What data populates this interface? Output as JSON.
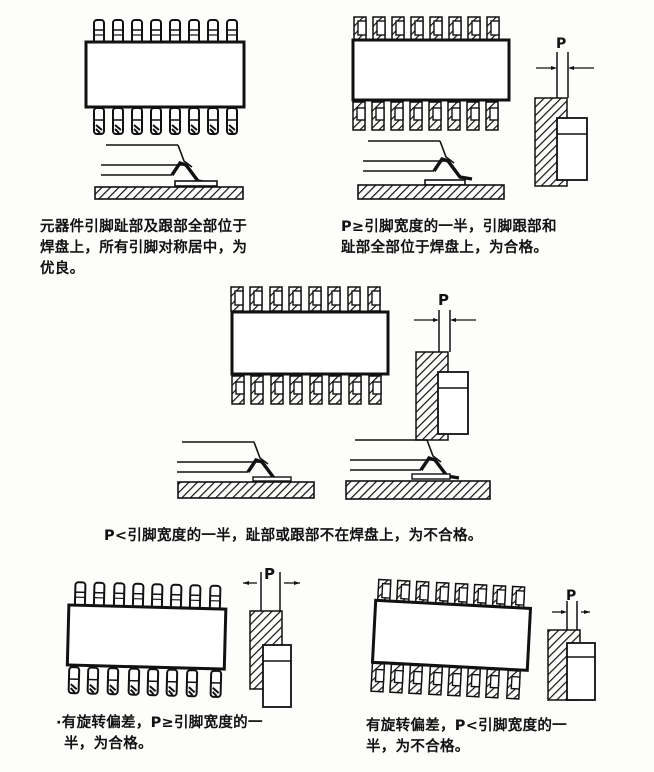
{
  "document": {
    "type": "SMT gull-wing lead placement inspection criteria figure",
    "colors": {
      "ink": "#111111",
      "paper": "#fdfdfb"
    }
  },
  "figures": [
    {
      "id": "fig-preferred",
      "caption_lines": [
        "元器件引脚趾部及跟部全部位于",
        "焊盘上，所有引脚对称居中，为",
        "优良。"
      ],
      "rating": "优良"
    },
    {
      "id": "fig-acceptable-offset",
      "dimension_label": "P",
      "caption_lines": [
        "P≥引脚宽度的一半，引脚跟部和",
        "趾部全部位于焊盘上，为合格。"
      ],
      "rating": "合格"
    },
    {
      "id": "fig-reject-offset",
      "dimension_label": "P",
      "caption_lines": [
        "P<引脚宽度的一半，趾部或跟部不在焊盘上，为不合格。"
      ],
      "rating": "不合格"
    },
    {
      "id": "fig-acceptable-rotation",
      "dimension_label": "P",
      "caption_lines": [
        "·有旋转偏差，P≥引脚宽度的一",
        "半，为合格。"
      ],
      "rating": "合格"
    },
    {
      "id": "fig-reject-rotation",
      "dimension_label": "P",
      "caption_lines": [
        "有旋转偏差，P<引脚宽度的一",
        "半，为不合格。"
      ],
      "rating": "不合格"
    }
  ]
}
